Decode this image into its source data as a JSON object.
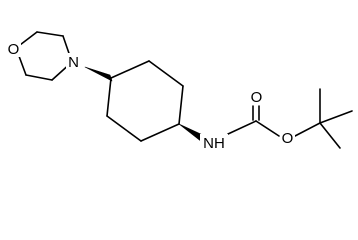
{
  "atoms": {
    "morpholine_oxygen": "O",
    "morpholine_nitrogen": "N",
    "carbamate_nh": "NH",
    "carbonyl_oxygen": "O",
    "ester_oxygen": "O"
  },
  "colors": {
    "bond": "#000000",
    "background": "#ffffff"
  }
}
